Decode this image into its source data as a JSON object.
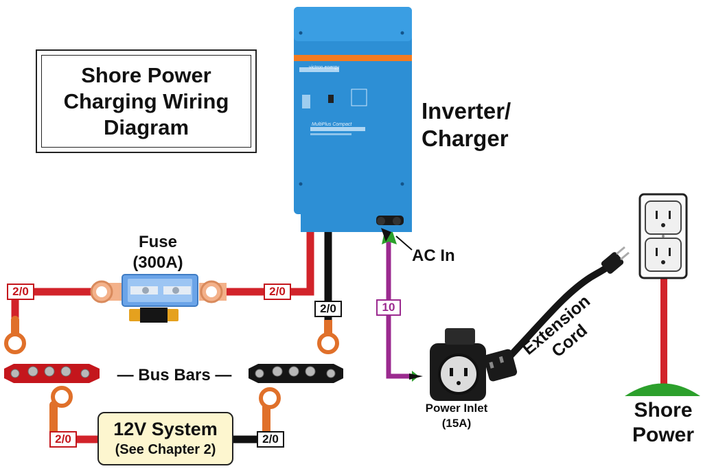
{
  "title": "Shore Power Charging Wiring Diagram",
  "components": {
    "inverter_label": "Inverter/ Charger",
    "inverter_brand": "victron energy",
    "inverter_model": "MultiPlus Compact",
    "fuse_label": "Fuse (300A)",
    "bus_bars_label": "— Bus Bars —",
    "ac_in_label": "AC In",
    "power_inlet_label": "Power Inlet (15A)",
    "extension_cord_label": "Extension Cord",
    "shore_power_label": "Shore Power",
    "system_label": "12V System",
    "system_sub_label": "(See Chapter 2)"
  },
  "wire_gauges": {
    "left_top": "2/0",
    "right_top": "2/0",
    "negative_top": "2/0",
    "ac": "10",
    "left_bottom": "2/0",
    "right_bottom": "2/0"
  },
  "colors": {
    "positive": "#d2232a",
    "negative": "#111111",
    "ac": "#9b2a8f",
    "inverter_blue": "#2d8fd5",
    "inverter_stripe": "#f47b20",
    "copper": "#e0702a",
    "bus_red": "#c4161c",
    "green": "#2ca02c",
    "system_fill": "#fdf6cf"
  },
  "icons": [
    "inverter-icon",
    "fuse-icon",
    "bus-bar-icon",
    "power-inlet-icon",
    "extension-cord-icon",
    "outlet-icon"
  ]
}
